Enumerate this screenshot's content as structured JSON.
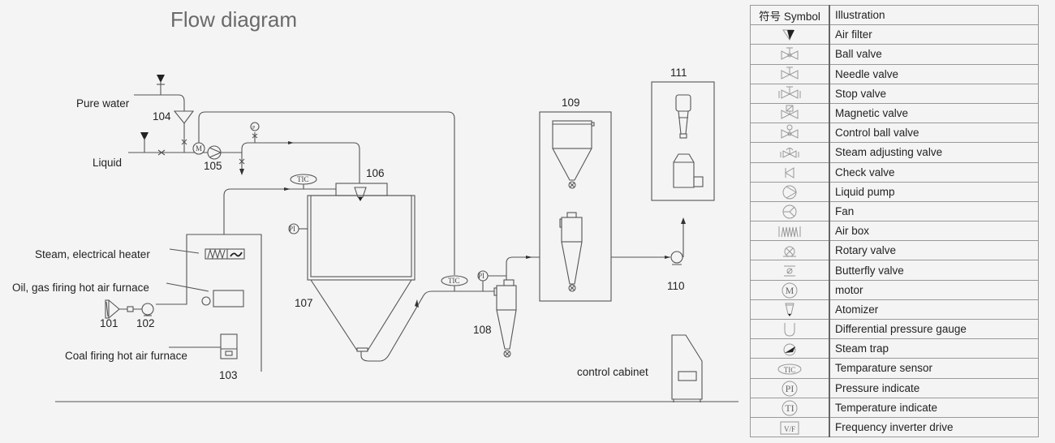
{
  "title": "Flow diagram",
  "labels": {
    "pure_water": "Pure water",
    "liquid": "Liquid",
    "steam_heater": "Steam, electrical heater",
    "oil_furnace": "Oil, gas firing hot air furnace",
    "coal_furnace": "Coal firing hot air furnace",
    "control_cabinet": "control cabinet"
  },
  "numbers": {
    "n101": "101",
    "n102": "102",
    "n103": "103",
    "n104": "104",
    "n105": "105",
    "n106": "106",
    "n107": "107",
    "n108": "108",
    "n109": "109",
    "n110": "110",
    "n111": "111"
  },
  "instruments": {
    "tic": "TIC",
    "pi": "PI",
    "m": "M",
    "p": "P"
  },
  "legend": {
    "header_symbol": "符号 Symbol",
    "header_illustration": "Illustration",
    "rows": [
      {
        "icon": "air-filter",
        "label": "Air filter"
      },
      {
        "icon": "ball-valve",
        "label": "Ball valve"
      },
      {
        "icon": "needle-valve",
        "label": "Needle valve"
      },
      {
        "icon": "stop-valve",
        "label": "Stop valve"
      },
      {
        "icon": "magnetic-valve",
        "label": "Magnetic valve"
      },
      {
        "icon": "control-ball-valve",
        "label": "Control ball valve"
      },
      {
        "icon": "steam-adjusting-valve",
        "label": "Steam adjusting valve"
      },
      {
        "icon": "check-valve",
        "label": "Check valve"
      },
      {
        "icon": "liquid-pump",
        "label": "Liquid pump"
      },
      {
        "icon": "fan",
        "label": "Fan"
      },
      {
        "icon": "air-box",
        "label": "Air box"
      },
      {
        "icon": "rotary-valve",
        "label": "Rotary valve"
      },
      {
        "icon": "butterfly-valve",
        "label": "Butterfly valve"
      },
      {
        "icon": "motor",
        "label": "motor",
        "symbol_text": "M"
      },
      {
        "icon": "atomizer",
        "label": "Atomizer"
      },
      {
        "icon": "differential-pressure-gauge",
        "label": "Differential pressure gauge"
      },
      {
        "icon": "steam-trap",
        "label": "Steam trap"
      },
      {
        "icon": "temperature-sensor",
        "label": "Temparature sensor",
        "symbol_text": "TIC"
      },
      {
        "icon": "pressure-indicator",
        "label": "Pressure indicate",
        "symbol_text": "PI"
      },
      {
        "icon": "temperature-indicator",
        "label": "Temperature indicate",
        "symbol_text": "TI"
      },
      {
        "icon": "frequency-inverter",
        "label": "Frequency inverter drive",
        "symbol_text": "V/F"
      }
    ]
  }
}
